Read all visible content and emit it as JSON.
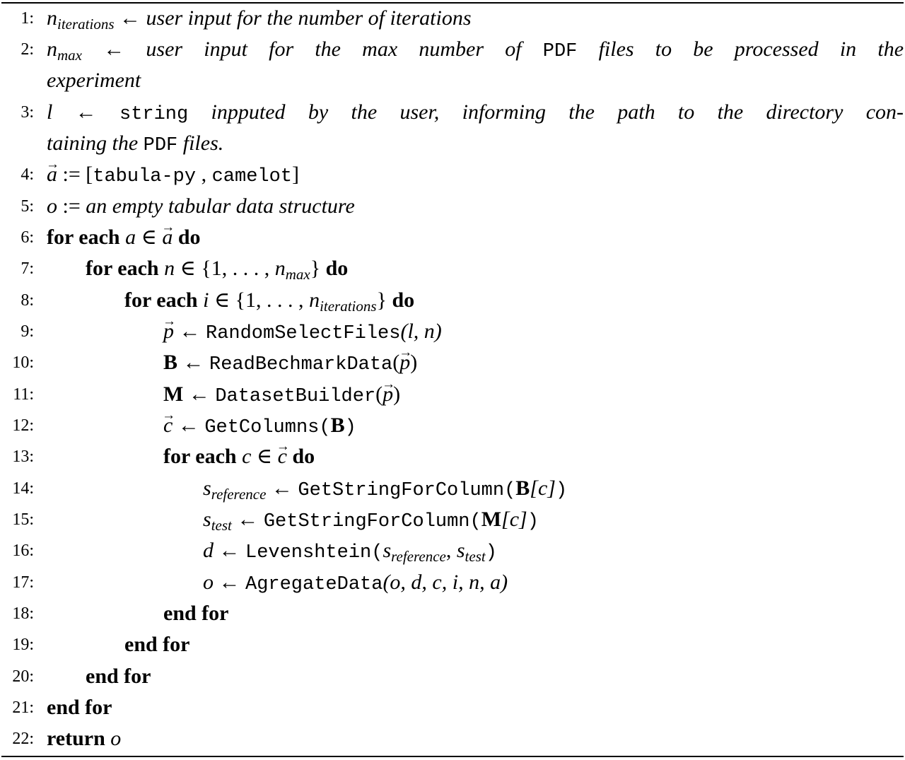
{
  "algorithm": {
    "lines": [
      {
        "num": "1:",
        "var": "n",
        "sub": "iterations",
        "arrow": "←",
        "text": "user input for the number of iterations"
      },
      {
        "num": "2:",
        "var": "n",
        "sub": "max",
        "arrow": "←",
        "text_a": "user input for the max number of",
        "code": "PDF",
        "text_b": "files to be processed in the",
        "cont": "experiment"
      },
      {
        "num": "3:",
        "var": "l",
        "arrow": "←",
        "code": "string",
        "text_a": "inpputed by the user, informing the path to the directory con-",
        "cont_a": "taining the",
        "cont_code": "PDF",
        "cont_b": "files."
      },
      {
        "num": "4:",
        "var": "a",
        "assign": ":=",
        "open": "[",
        "item1": "tabula-py",
        "sep": ",",
        "item2": "camelot",
        "close": "]"
      },
      {
        "num": "5:",
        "var": "o",
        "assign": ":=",
        "text": "an empty tabular data structure"
      },
      {
        "num": "6:",
        "kw_a": "for each",
        "var": "a",
        "op": "∈",
        "vec": "a",
        "kw_b": "do"
      },
      {
        "num": "7:",
        "kw_a": "for each",
        "var": "n",
        "op": "∈",
        "set_open": "{1, . . . ,",
        "set_var": "n",
        "set_sub": "max",
        "set_close": "}",
        "kw_b": "do"
      },
      {
        "num": "8:",
        "kw_a": "for each",
        "var": "i",
        "op": "∈",
        "set_open": "{1, . . . ,",
        "set_var": "n",
        "set_sub": "iterations",
        "set_close": "}",
        "kw_b": "do"
      },
      {
        "num": "9:",
        "var": "p",
        "arrow": "←",
        "func": "RandomSelectFiles",
        "args": "(l, n)"
      },
      {
        "num": "10:",
        "var": "B",
        "arrow": "←",
        "func": "ReadBechmarkData",
        "arg_open": "(",
        "arg_vec": "p",
        "arg_close": ")"
      },
      {
        "num": "11:",
        "var": "M",
        "arrow": "←",
        "func": "DatasetBuilder",
        "arg_open": "(",
        "arg_vec": "p",
        "arg_close": ")"
      },
      {
        "num": "12:",
        "var": "c",
        "arrow": "←",
        "func": "GetColumns",
        "arg_open": "(",
        "arg_bold": "B",
        "arg_close": ")"
      },
      {
        "num": "13:",
        "kw_a": "for each",
        "var": "c",
        "op": "∈",
        "vec": "c",
        "kw_b": "do"
      },
      {
        "num": "14:",
        "var": "s",
        "sub": "reference",
        "arrow": "←",
        "func": "GetStringForColumn",
        "arg_open": "(",
        "arg_bold": "B",
        "arg_idx": "[c]",
        "arg_close": ")"
      },
      {
        "num": "15:",
        "var": "s",
        "sub": "test",
        "arrow": "←",
        "func": "GetStringForColumn",
        "arg_open": "(",
        "arg_bold": "M",
        "arg_idx": "[c]",
        "arg_close": ")"
      },
      {
        "num": "16:",
        "var": "d",
        "arrow": "←",
        "func": "Levenshtein",
        "arg_open": "(",
        "a1": "s",
        "a1_sub": "reference",
        "comma": ",",
        "a2": "s",
        "a2_sub": "test",
        "arg_close": ")"
      },
      {
        "num": "17:",
        "var": "o",
        "arrow": "←",
        "func": "AgregateData",
        "args": "(o, d, c, i, n, a)"
      },
      {
        "num": "18:",
        "kw": "end for"
      },
      {
        "num": "19:",
        "kw": "end for"
      },
      {
        "num": "20:",
        "kw": "end for"
      },
      {
        "num": "21:",
        "kw": "end for"
      },
      {
        "num": "22:",
        "kw": "return",
        "var": "o"
      }
    ]
  }
}
